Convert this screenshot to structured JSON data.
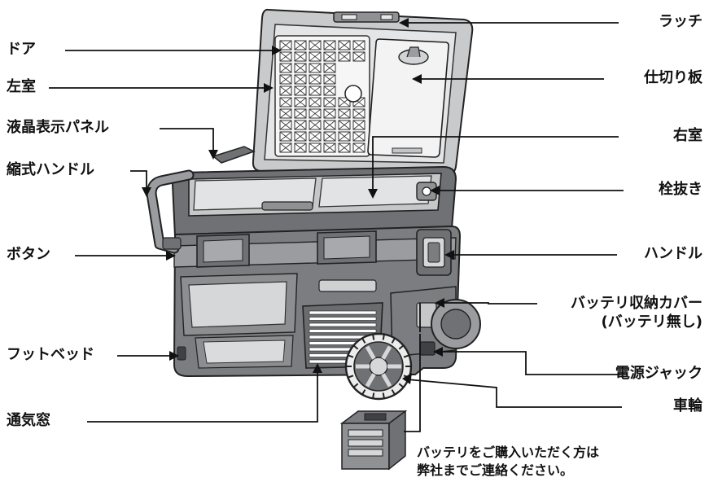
{
  "colors": {
    "ink": "#111111",
    "body_dark": "#6a6c70",
    "body_mid": "#9a9ca0",
    "body_light": "#d9dadb",
    "grille": "#ffffff"
  },
  "labels": {
    "door": "ドア",
    "left_compartment": "左室",
    "lcd_panel": "液晶表示パネル",
    "retractable_handle": "縮式ハンドル",
    "button": "ボタン",
    "foot_pad": "フットベッド",
    "vent": "通気窓",
    "latch": "ラッチ",
    "divider": "仕切り板",
    "right_compartment": "右室",
    "drain_plug": "栓抜き",
    "handle": "ハンドル",
    "battery_cover_line1": "バッテリ収納カバー",
    "battery_cover_line2": "(バッテリ無し)",
    "power_jack": "電源ジャック",
    "wheel": "車輪"
  },
  "note": {
    "line1": "バッテリをご購入いただく方は",
    "line2": "弊社までご連絡ください。"
  }
}
